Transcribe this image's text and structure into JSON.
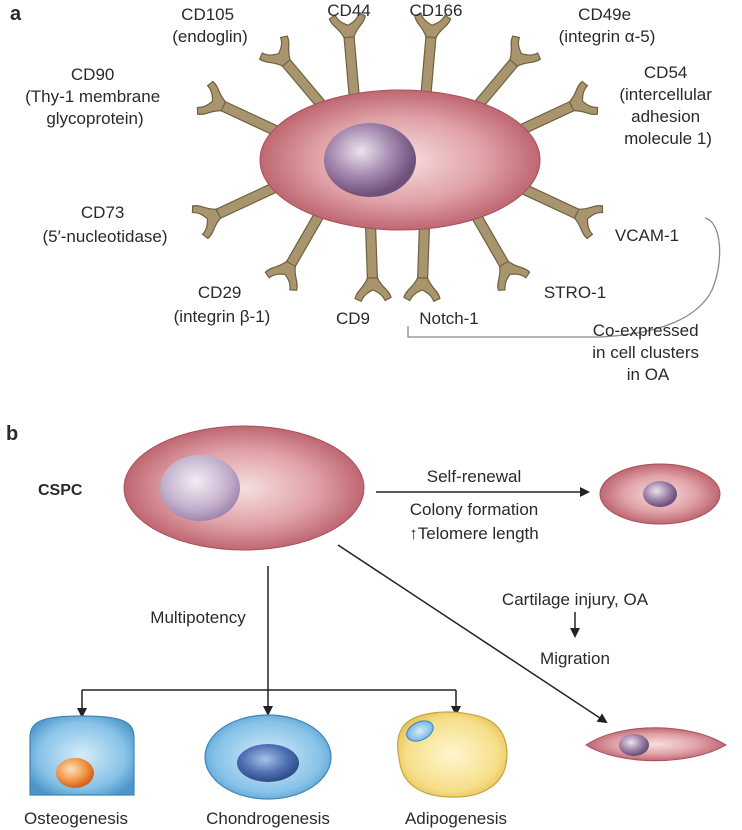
{
  "panel_a": {
    "label": "a",
    "markers": {
      "cd105": [
        "CD105",
        "(endoglin)"
      ],
      "cd44": [
        "CD44"
      ],
      "cd166": [
        "CD166"
      ],
      "cd49e": [
        "CD49e",
        "(integrin α-5)"
      ],
      "cd90": [
        "CD90",
        "(Thy-1 membrane",
        "glycoprotein)"
      ],
      "cd54": [
        "CD54",
        "(intercellular",
        "adhesion",
        "molecule 1)"
      ],
      "cd73": [
        "CD73",
        "(5′-nucleotidase)"
      ],
      "vcam1": [
        "VCAM-1"
      ],
      "cd29": [
        "CD29",
        "(integrin β-1)"
      ],
      "cd9": [
        "CD9"
      ],
      "notch1": [
        "Notch-1"
      ],
      "stro1": [
        "STRO-1"
      ]
    },
    "coexpressed": [
      "Co-expressed",
      "in cell clusters",
      "in OA"
    ]
  },
  "panel_b": {
    "label": "b",
    "cspc": "CSPC",
    "self_renewal": "Self-renewal",
    "colony_formation": "Colony formation",
    "telomere": "↑Telomere length",
    "multipotency": "Multipotency",
    "injury": "Cartilage injury, OA",
    "migration": "Migration",
    "fates": [
      "Osteogenesis",
      "Chondrogenesis",
      "Adipogenesis"
    ]
  },
  "colors": {
    "cell_body": "#d98a92",
    "nucleus": "#9a7aa0",
    "receptor": "#a8956e",
    "osteo_cell": "#6fb3de",
    "osteo_nucleus": "#f08a3a",
    "chondro_nucleus": "#3e5f9e",
    "adipo_cell": "#f3db7a"
  }
}
